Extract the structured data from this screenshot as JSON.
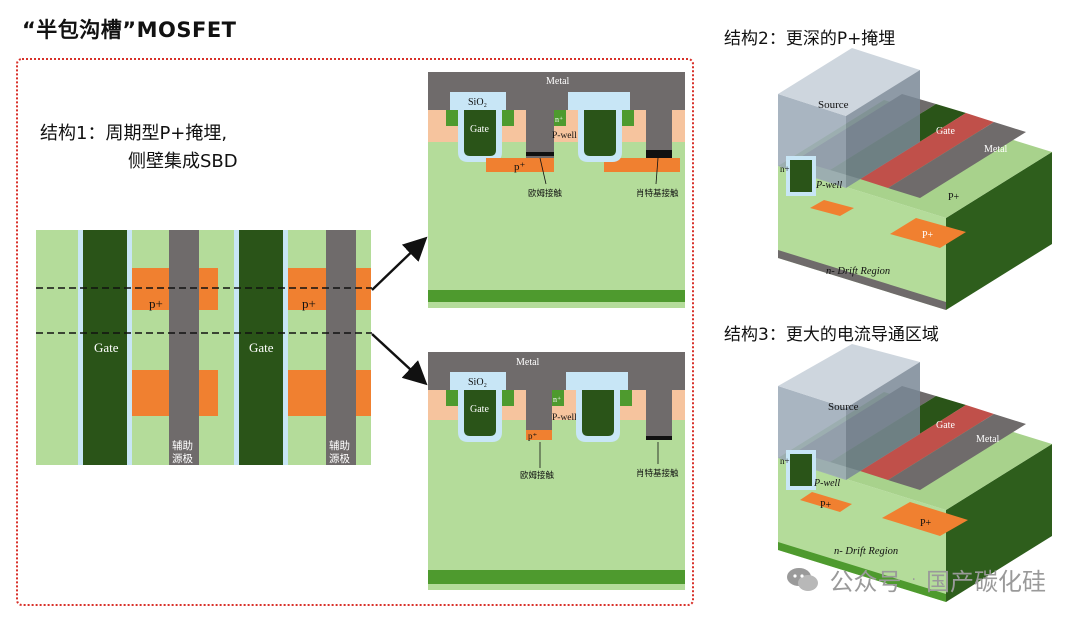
{
  "title": "“半包沟槽”MOSFET",
  "structure1": {
    "line1": "结构1：周期型P+掩埋,",
    "line2": "侧壁集成SBD"
  },
  "structure2": {
    "label": "结构2：更深的P+掩埋"
  },
  "structure3": {
    "label": "结构3：更大的电流导通区域"
  },
  "layout_view": {
    "gate_label": "Gate",
    "p_plus_label": "p+",
    "aux_source_label_line1": "辅助",
    "aux_source_label_line2": "源极"
  },
  "cross_section_top": {
    "metal": "Metal",
    "sio2": "SiO₂",
    "gate": "Gate",
    "n_plus": "n⁺",
    "p_well": "P-well",
    "p_plus": "p⁺",
    "ohmic_contact": "欧姆接触",
    "schottky_contact": "肖特基接触"
  },
  "cross_section_bottom": {
    "metal": "Metal",
    "sio2": "SiO₂",
    "gate": "Gate",
    "n_plus": "n⁺",
    "p_well": "P-well",
    "p_plus": "p⁺",
    "ohmic_contact": "欧姆接触",
    "schottky_contact": "肖特基接触"
  },
  "device3d_1": {
    "source": "Source",
    "gate": "Gate",
    "metal": "Metal",
    "p_well": "P-well",
    "p_plus": "P+",
    "n_plus": "n+",
    "drift": "n- Drift Region"
  },
  "device3d_2": {
    "source": "Source",
    "gate": "Gate",
    "metal": "Metal",
    "p_well": "P-well",
    "p_plus": "P+",
    "n_plus": "n+",
    "drift": "n- Drift Region"
  },
  "watermark": {
    "left": "公众号",
    "dot": "·",
    "right": "国产碳化硅"
  },
  "colors": {
    "drift_green": "#b4dc9a",
    "gate_dark_green": "#2a5418",
    "metal_gray": "#6f6b6b",
    "p_plus_orange": "#f08030",
    "oxide_blue": "#c8e6f6",
    "substrate_green": "#4e9a2e",
    "peach": "#f6c49e",
    "frame_red": "#d8312a"
  }
}
